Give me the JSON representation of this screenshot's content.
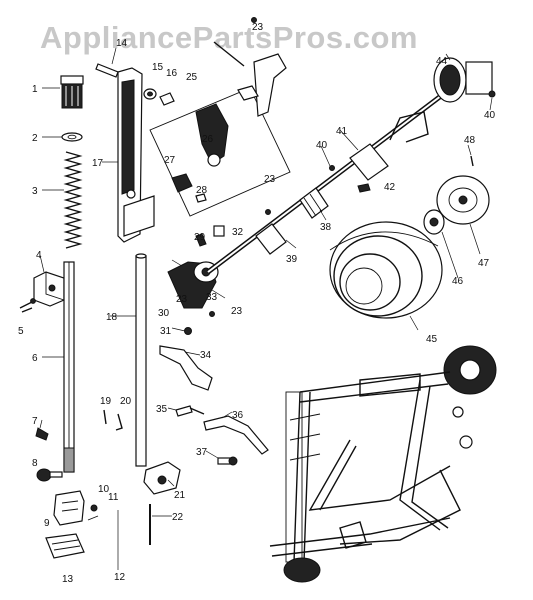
{
  "watermark": "AppliancePartsPros.com",
  "callouts": [
    "1",
    "2",
    "3",
    "4",
    "5",
    "6",
    "7",
    "8",
    "9",
    "10",
    "11",
    "12",
    "13",
    "14",
    "15",
    "16",
    "17",
    "18",
    "19",
    "20",
    "21",
    "22",
    "23",
    "23",
    "23",
    "23",
    "25",
    "26",
    "27",
    "28",
    "29",
    "30",
    "31",
    "32",
    "33",
    "34",
    "35",
    "36",
    "37",
    "38",
    "39",
    "40",
    "40",
    "41",
    "42",
    "44",
    "45",
    "46",
    "47",
    "48"
  ]
}
